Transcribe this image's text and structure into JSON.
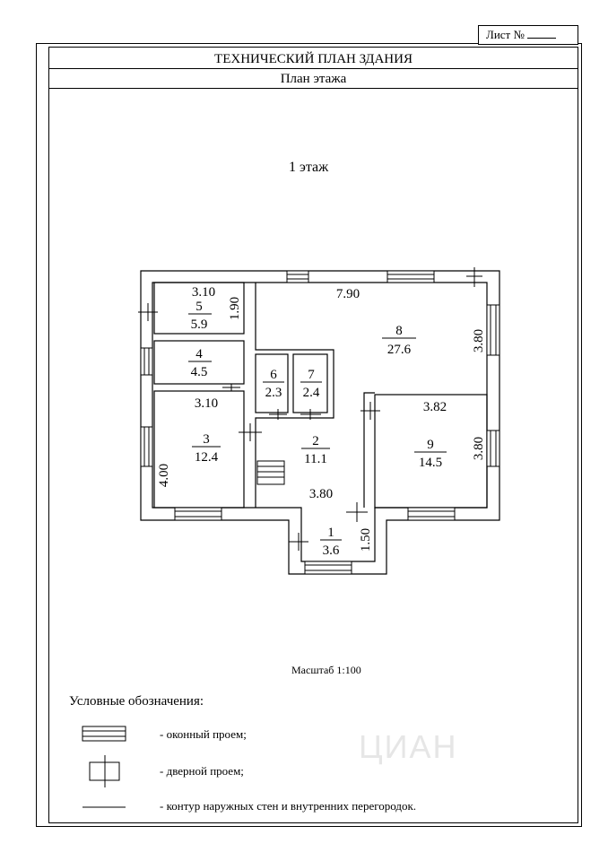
{
  "sheet": {
    "label": "Лист №"
  },
  "header": {
    "title": "ТЕХНИЧЕСКИЙ ПЛАН ЗДАНИЯ",
    "subtitle": "План этажа"
  },
  "floor": {
    "label": "1 этаж"
  },
  "rooms": [
    {
      "number": "1",
      "area": "3.6"
    },
    {
      "number": "2",
      "area": "11.1"
    },
    {
      "number": "3",
      "area": "12.4"
    },
    {
      "number": "4",
      "area": "4.5"
    },
    {
      "number": "5",
      "area": "5.9"
    },
    {
      "number": "6",
      "area": "2.3"
    },
    {
      "number": "7",
      "area": "2.4"
    },
    {
      "number": "8",
      "area": "27.6"
    },
    {
      "number": "9",
      "area": "14.5"
    }
  ],
  "dimensions": {
    "room5_width": "3.10",
    "room5_height": "1.90",
    "room3_width": "3.10",
    "room3_height": "4.00",
    "room8_width": "7.90",
    "room8_height": "3.80",
    "room9_width": "3.82",
    "room9_height": "3.80",
    "room2_width": "3.80",
    "room1_height": "1.50"
  },
  "scale": {
    "label": "Масштаб 1:100"
  },
  "legend": {
    "title": "Условные обозначения:",
    "window": "- оконный проем;",
    "door": "- дверной проем;",
    "wall": "- контур наружных стен и внутренних перегородок."
  },
  "watermark": {
    "text": "ЦИАН"
  }
}
